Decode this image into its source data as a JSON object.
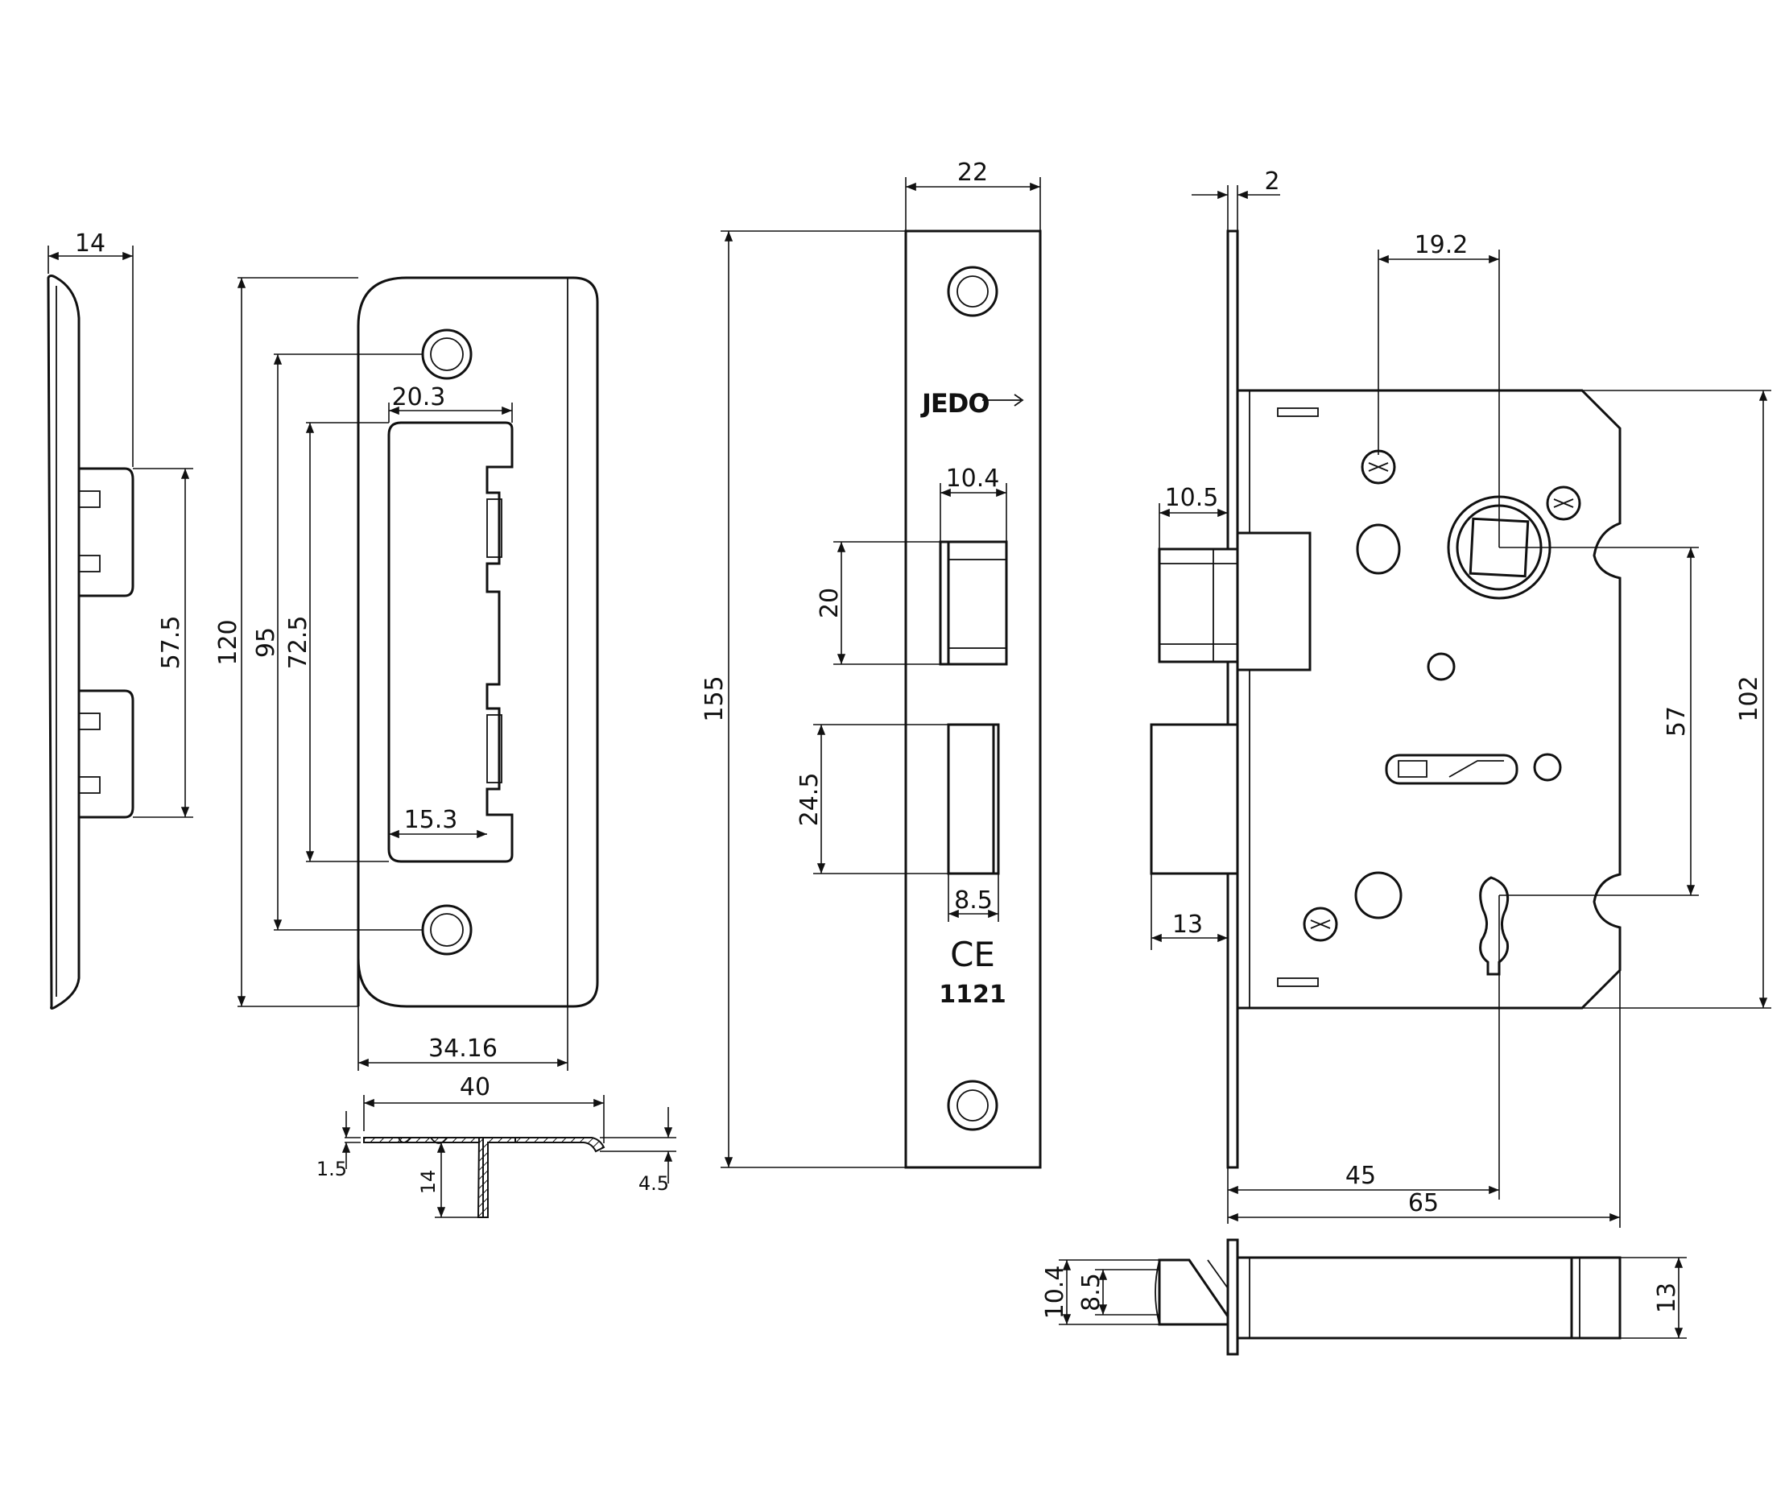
{
  "brand": {
    "logo_text": "JEDO"
  },
  "marks": {
    "ce": "CE",
    "notified_body": "1121"
  },
  "colors": {
    "line": "#111111",
    "background": "#ffffff"
  },
  "dimensions": {
    "strike_flange": "14",
    "strike_lug_spacing": "57.5",
    "strike_height": "120",
    "strike_hole_centers": "95",
    "strike_opening_height": "72.5",
    "strike_opening_width": "20.3",
    "strike_lower_width": "15.3",
    "strike_width": "34.16",
    "section_width": "40",
    "section_thickness": "1.5",
    "section_lip_depth": "14",
    "section_return": "4.5",
    "faceplate_width": "22",
    "faceplate_height": "155",
    "latch_width": "10.4",
    "latch_height": "20",
    "bolt_height": "24.5",
    "bolt_width": "8.5",
    "forend_thickness": "2",
    "follower_to_keyhole": "19.2",
    "latch_projection": "10.5",
    "bolt_projection": "13",
    "centres": "57",
    "case_height": "102",
    "backset": "45",
    "case_depth": "65",
    "bottom_latch_height": "10.4",
    "bottom_bolt_height": "8.5",
    "bottom_case_thickness": "13"
  }
}
